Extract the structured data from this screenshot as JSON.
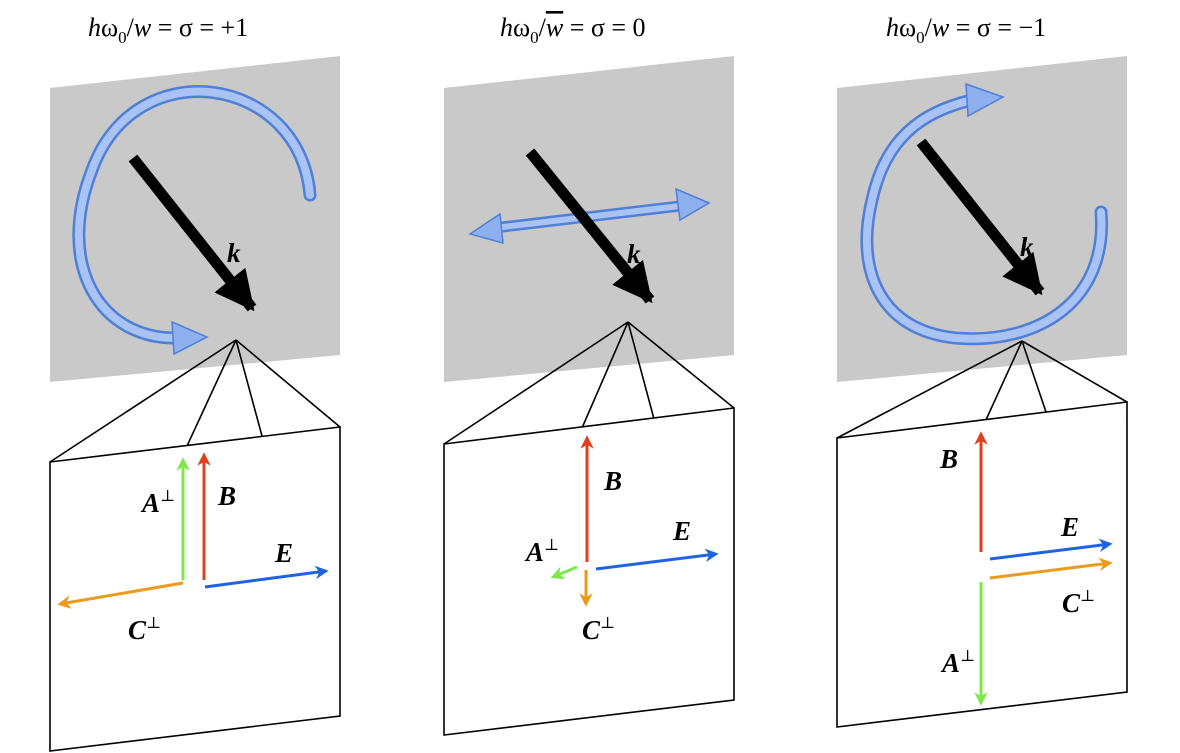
{
  "panels": [
    {
      "id": "plus",
      "title": {
        "h": "h",
        "omega": "ω",
        "sub": "0",
        "slash": "/",
        "w": "w",
        "rest": " = σ = +1"
      },
      "k_label": "k",
      "vectors": {
        "A": "A",
        "B": "B",
        "C": "C",
        "E": "E",
        "perp": "⊥"
      }
    },
    {
      "id": "zero",
      "title": {
        "h": "h",
        "omega": "ω",
        "sub": "0",
        "slash": "/",
        "w": "w",
        "rest": " = σ = 0"
      },
      "k_label": "k",
      "vectors": {
        "A": "A",
        "B": "B",
        "C": "C",
        "E": "E",
        "perp": "⊥"
      }
    },
    {
      "id": "minus",
      "title": {
        "h": "h",
        "omega": "ω",
        "sub": "0",
        "slash": "/",
        "w": "w",
        "rest": " = σ = −1"
      },
      "k_label": "k",
      "vectors": {
        "A": "A",
        "B": "B",
        "C": "C",
        "E": "E",
        "perp": "⊥"
      }
    }
  ],
  "colors": {
    "plane": "#c9c9c9",
    "k_arrow": "#000000",
    "polarization": "#8fb0ee",
    "polarization_edge": "#4f7fd6",
    "A_perp": "#7ee84a",
    "B": "#e0401c",
    "C_perp": "#eb9a1e",
    "E": "#1f63e4"
  }
}
